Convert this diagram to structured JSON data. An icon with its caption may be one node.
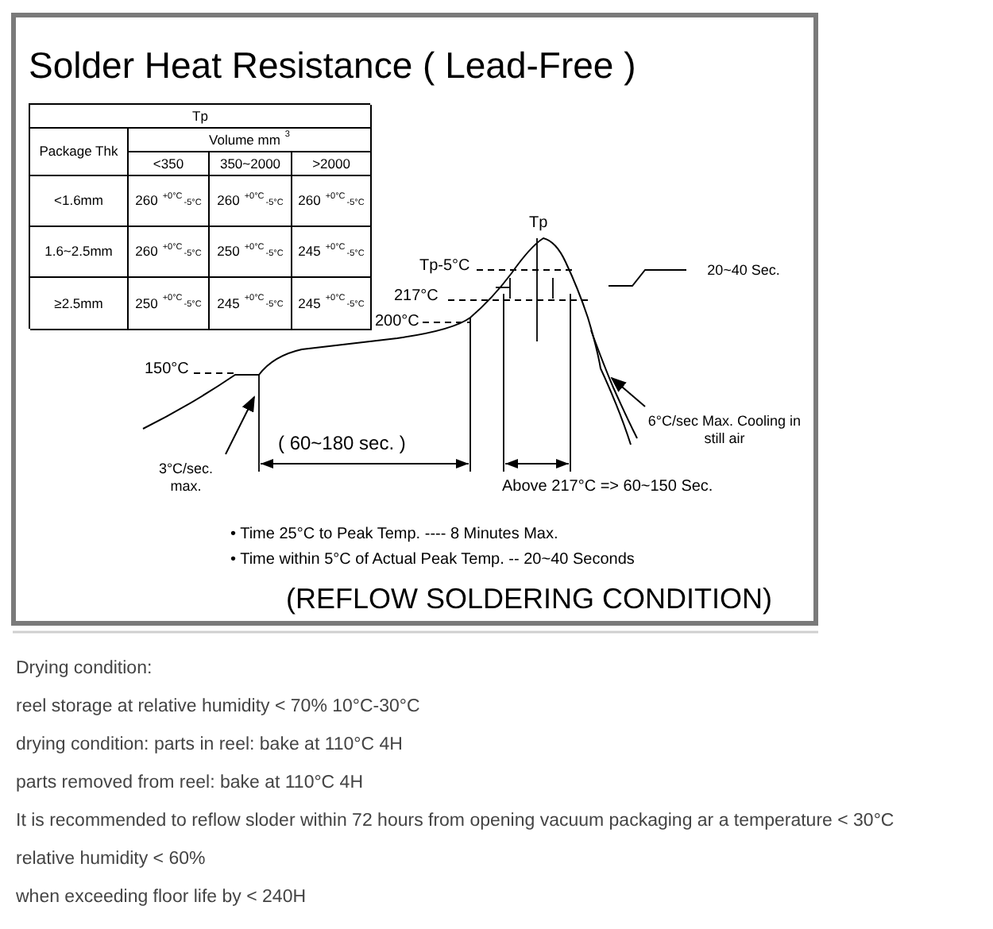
{
  "diagram": {
    "title": "Solder Heat Resistance ( Lead-Free )",
    "caption": "(REFLOW SOLDERING CONDITION)",
    "nodes": [
      {
        "text": [
          "20~40 Sec."
        ]
      },
      {
        "text": [
          "3°C/sec. max."
        ]
      },
      {
        "text": [
          "6°C/sec Max. Cooling in still air"
        ]
      }
    ],
    "edges": [
      {
        "from": 0,
        "to": null,
        "arrow": "none"
      },
      {
        "from": 1,
        "to": null,
        "arrow": "to"
      },
      {
        "from": 2,
        "to": null,
        "arrow": "to"
      }
    ],
    "labels": [
      "Tp",
      "Package Thk",
      "Volume mm$^{3}$",
      "<350",
      "350~2000",
      ">2000",
      "<1.6mm",
      "260 $^{+0°C}$$_{-5°C}$",
      "260 $^{+0°C}$$_{-5°C}$",
      "260 $^{+0°C}$$_{-5°C}$",
      "1.6~2.5mm",
      "260 $^{+0°C}$$_{-5°C}$",
      "250 $^{+0°C}$$_{-5°C}$",
      "245 $^{+0°C}$$_{-5°C}$",
      "≥2.5mm",
      "250 $^{+0°C}$$_{-5°C}$",
      "245 $^{+0°C}$$_{-5°C}$",
      "245 $^{+0°C}$$_{-5°C}$",
      "Tp",
      "Tp-5°C",
      "217°C",
      "200°C",
      "150°C",
      "( 60~180 sec. )",
      "Above 217°C => 60~150 Sec.",
      "• Time 25°C to Peak Temp. ---- 8 Minutes Max.",
      "• Time within 5°C of Actual Peak Temp. -- 20~40 Seconds",
      "Drying condition:",
      "reel storage at relative humidity  < 70% 10°C-30°C",
      "drying condition:  parts in reel: bake at 110°C 4H",
      "parts removed from reel: bake at 110°C 4H",
      "It is recommended to reflow sloder within 72 hours from opening vacuum packaging ar a temperature < 30°C",
      "relative humidity < 60%",
      "when exceeding floor life by  < 240H"
    ]
  }
}
